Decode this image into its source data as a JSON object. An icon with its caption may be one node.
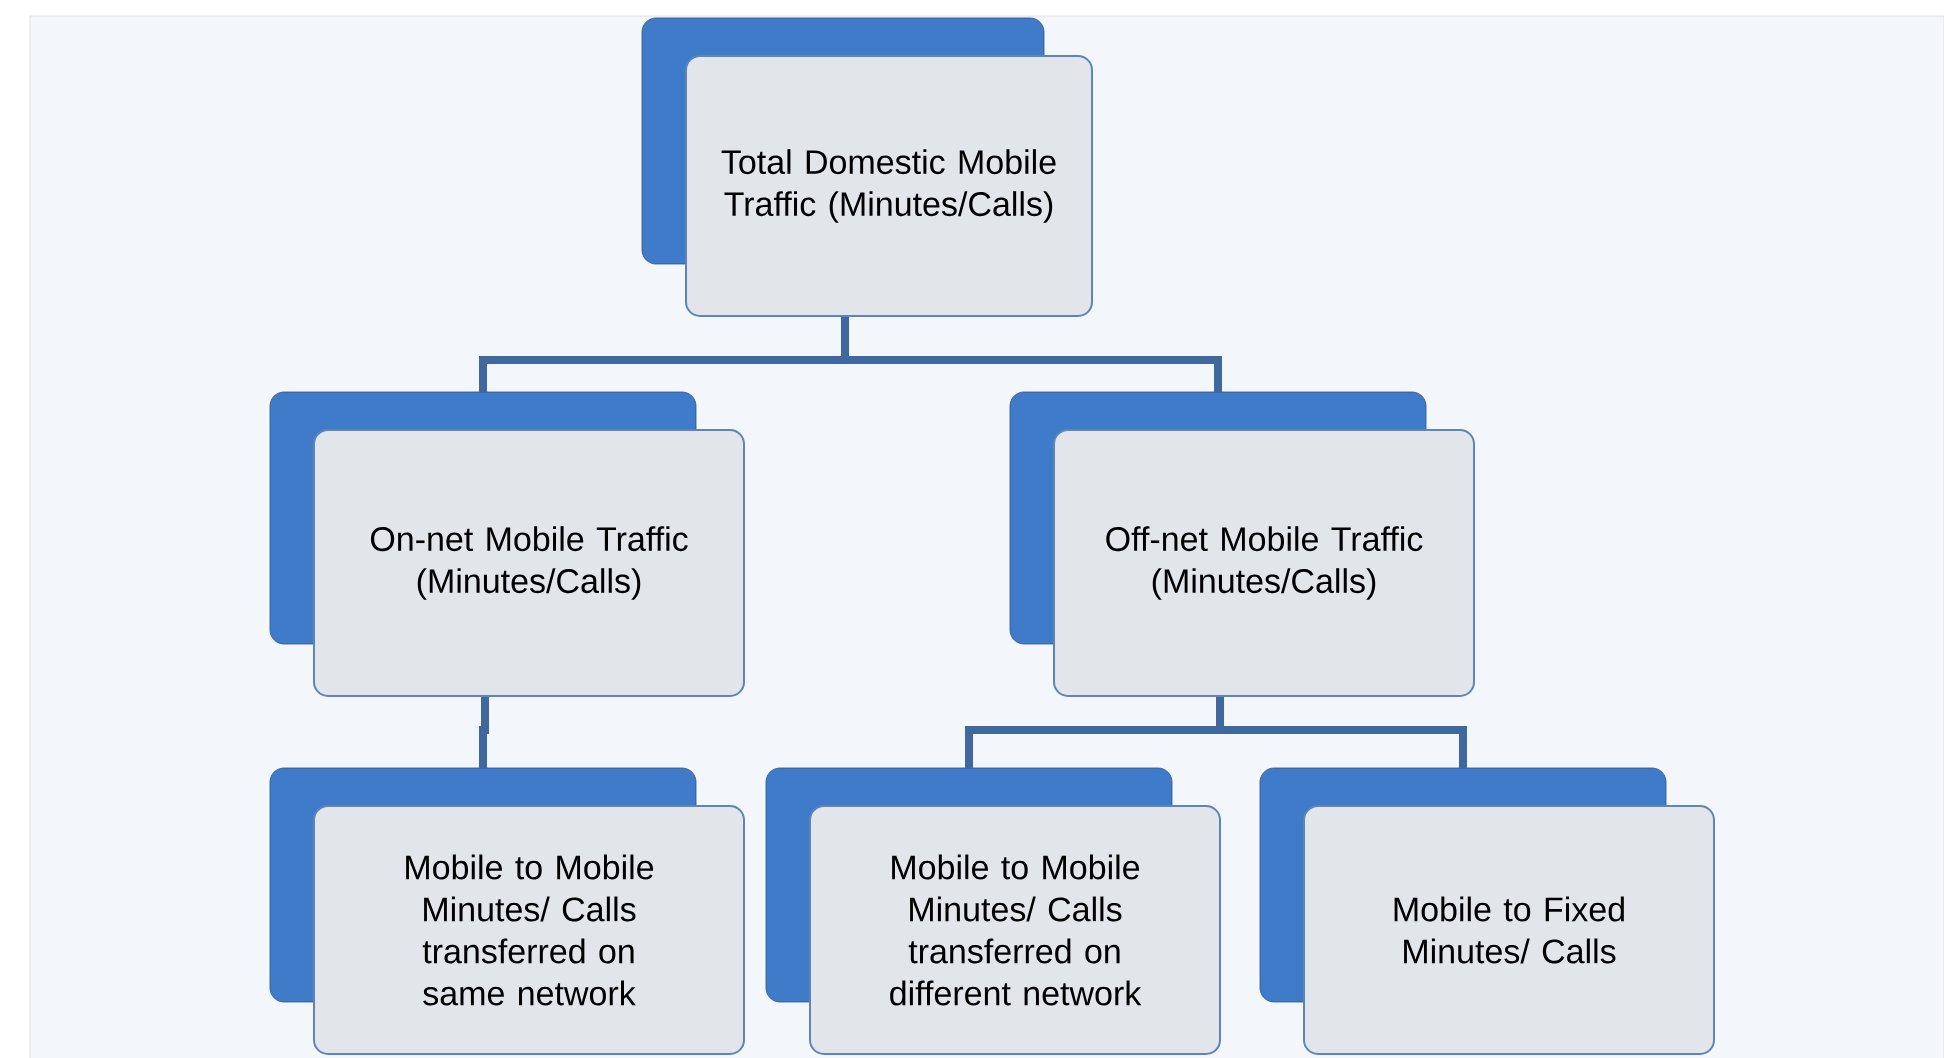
{
  "diagram": {
    "nodes": [
      {
        "text": [
          "Total Domestic Mobile Traffic (Minutes/Calls)"
        ]
      },
      {
        "text": [
          "On-net Mobile Traffic (Minutes/Calls)"
        ]
      },
      {
        "text": [
          "Off-net Mobile Traffic (Minutes/Calls)"
        ]
      },
      {
        "text": [
          "Mobile to Mobile Minutes/ Calls transferred on same network"
        ]
      },
      {
        "text": [
          "Mobile to Mobile Minutes/ Calls transferred on different network"
        ]
      },
      {
        "text": [
          "Mobile to Fixed Minutes/ Calls"
        ]
      }
    ],
    "edges": [
      {
        "from": 0,
        "to": 1,
        "arrow": "none"
      },
      {
        "from": 0,
        "to": 2,
        "arrow": "none"
      },
      {
        "from": 1,
        "to": 3,
        "arrow": "none"
      },
      {
        "from": 2,
        "to": 4,
        "arrow": "none"
      },
      {
        "from": 2,
        "to": 5,
        "arrow": "none"
      }
    ]
  }
}
